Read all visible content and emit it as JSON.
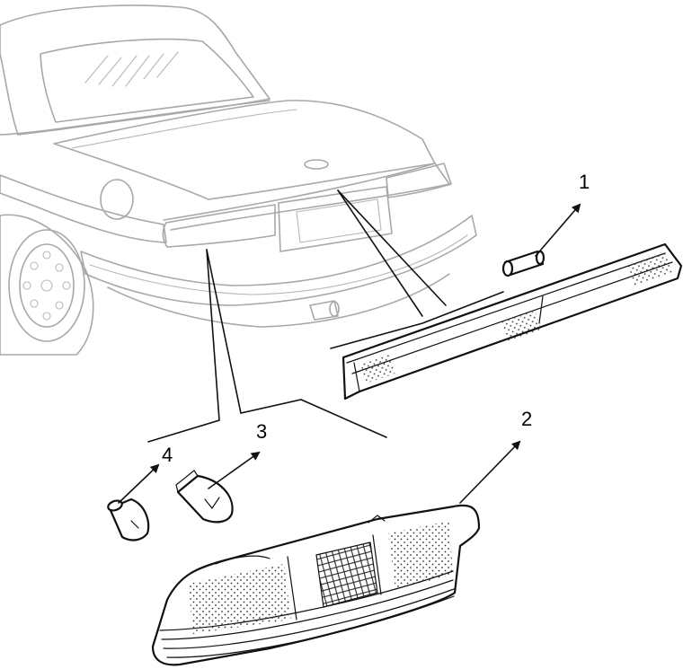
{
  "callouts": [
    {
      "number": "1",
      "part": "high-mount-stop-lamp-bulb"
    },
    {
      "number": "2",
      "part": "tail-lamp-assembly"
    },
    {
      "number": "3",
      "part": "stop-tail-bulb"
    },
    {
      "number": "4",
      "part": "side-marker-bulb"
    }
  ],
  "colors": {
    "vehicle_outline": "#a8a8a8",
    "component_ink": "#111111",
    "background": "#ffffff"
  }
}
